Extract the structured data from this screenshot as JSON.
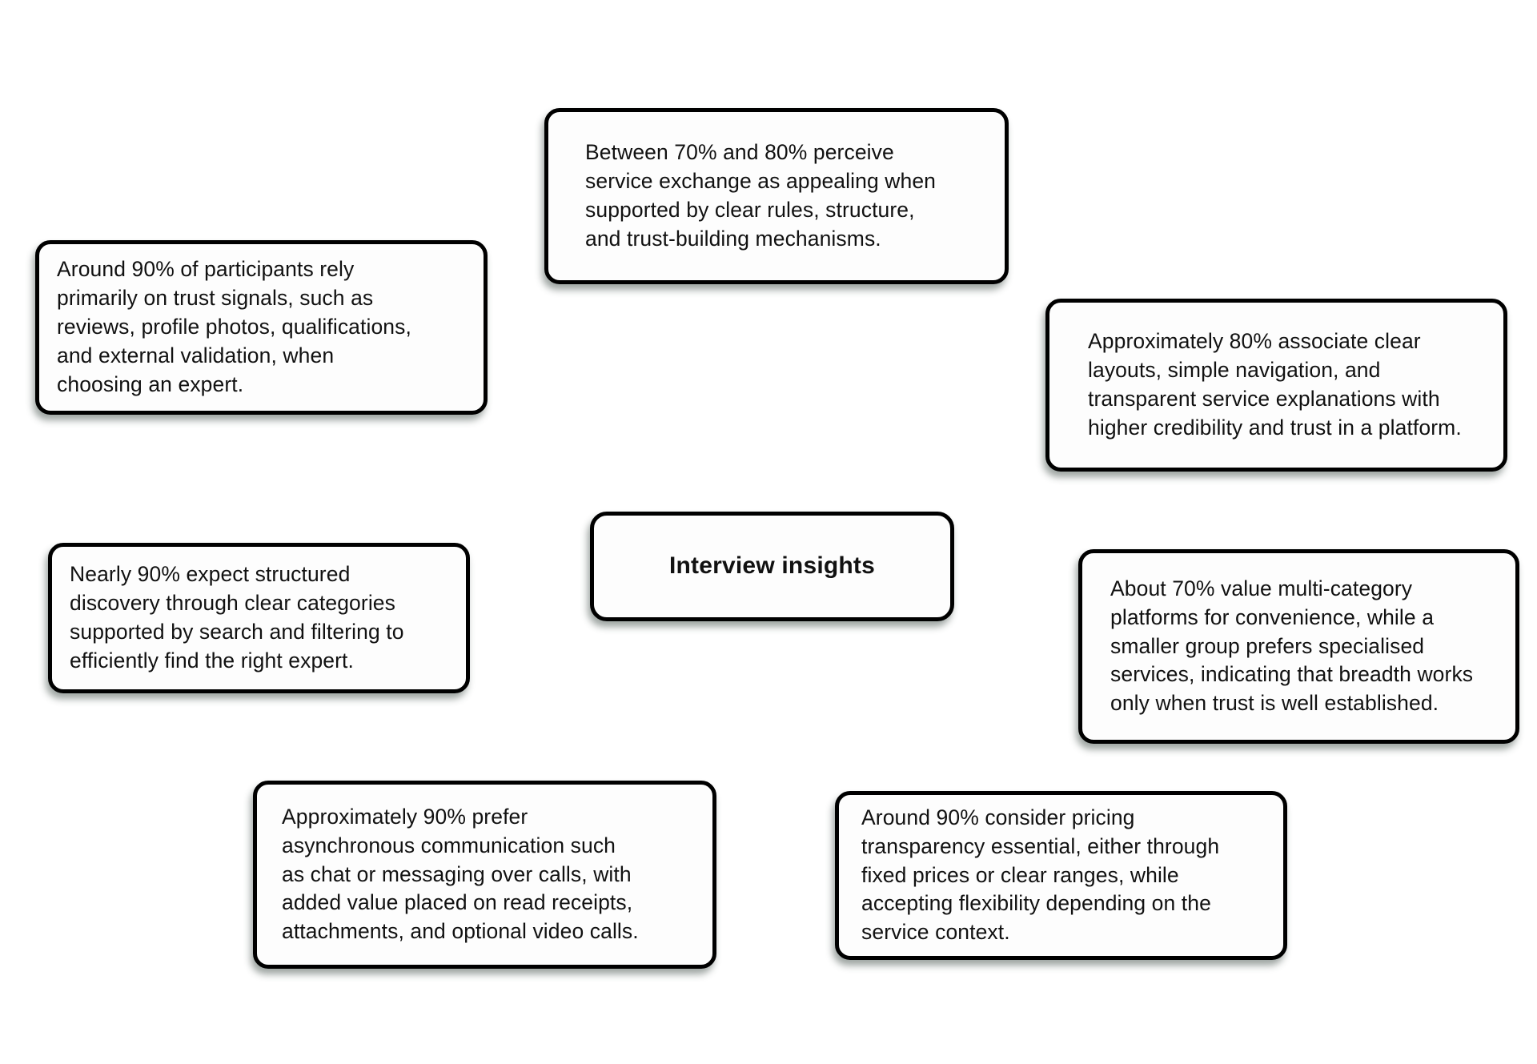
{
  "diagram": {
    "type": "mind-map",
    "background_color": "#ffffff",
    "node_border_color": "#000000",
    "node_fill_color": "#fdfdfd",
    "text_color": "#111111",
    "center": {
      "label": "Interview insights"
    },
    "nodes": [
      {
        "id": "trust-signals",
        "text": "Around 90% of participants rely\nprimarily on trust signals, such as\nreviews, profile photos, qualifications,\nand external validation, when\nchoosing an expert.",
        "percentage": "90%"
      },
      {
        "id": "service-exchange",
        "text": "Between 70% and 80% perceive\nservice exchange as appealing when\nsupported by clear rules, structure,\nand trust-building mechanisms.",
        "percentage": "70%-80%"
      },
      {
        "id": "clear-layouts",
        "text": "Approximately 80% associate clear\nlayouts, simple navigation, and\ntransparent service explanations with\nhigher credibility and trust in a platform.",
        "percentage": "80%"
      },
      {
        "id": "structured-discovery",
        "text": "Nearly 90% expect structured\ndiscovery through clear categories\nsupported by search and filtering to\nefficiently find the right expert.",
        "percentage": "90%"
      },
      {
        "id": "multi-category",
        "text": "About 70% value multi-category\nplatforms for convenience, while a\nsmaller group prefers specialised\nservices, indicating that breadth works\nonly when trust is well established.",
        "percentage": "70%"
      },
      {
        "id": "async-communication",
        "text": "Approximately 90% prefer\nasynchronous communication such\nas chat or messaging over calls, with\nadded value placed on read receipts,\nattachments, and optional video calls.",
        "percentage": "90%"
      },
      {
        "id": "pricing-transparency",
        "text": "Around 90% consider pricing\ntransparency essential, either through\nfixed prices or clear ranges, while\naccepting flexibility depending on the\nservice context.",
        "percentage": "90%"
      }
    ]
  }
}
